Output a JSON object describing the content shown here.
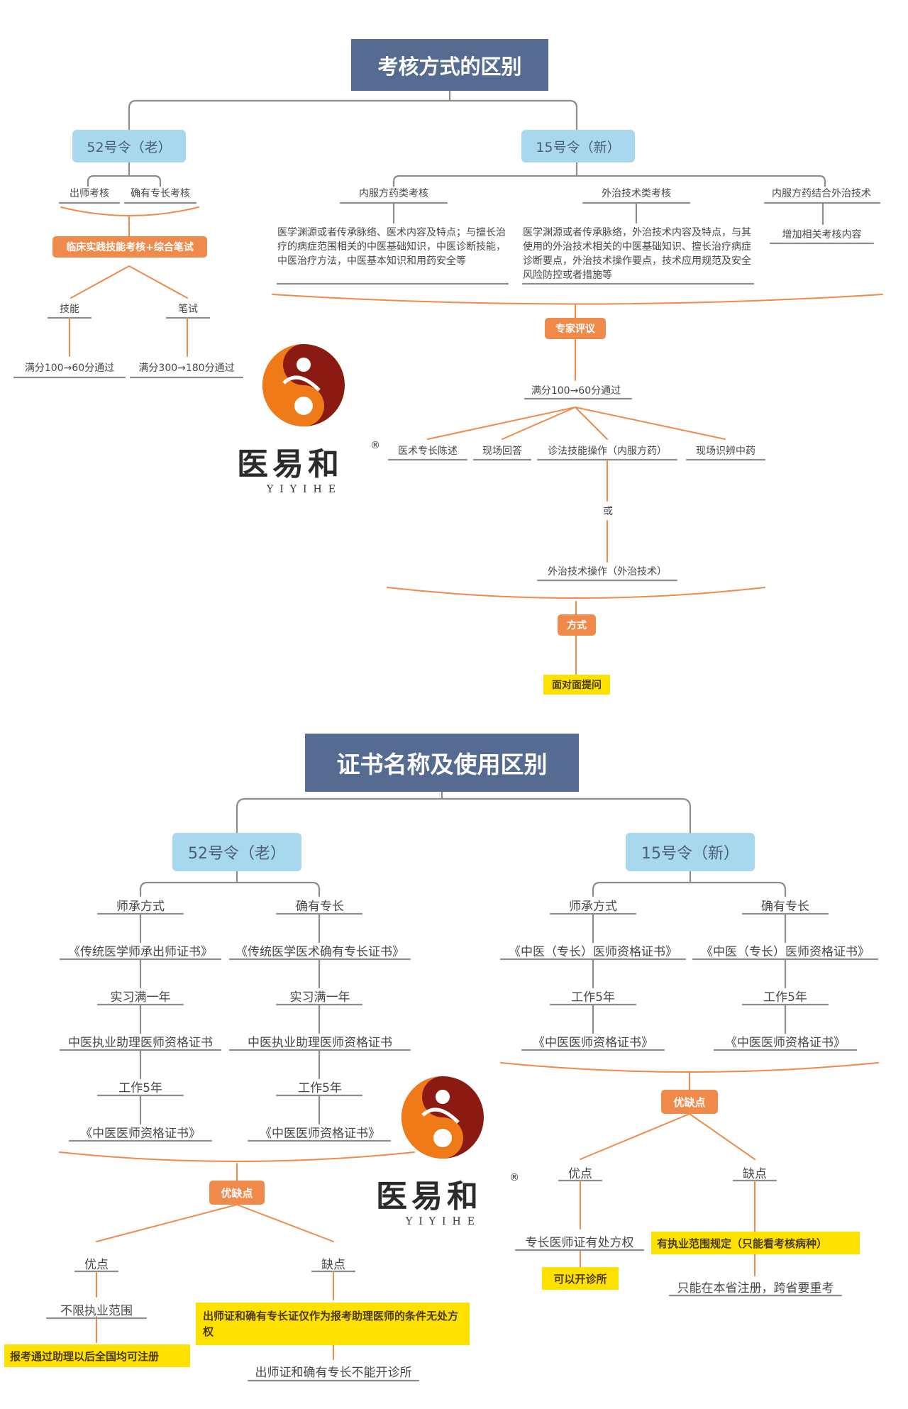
{
  "section1": {
    "title": "考核方式的区别",
    "old": {
      "label": "52号令（老）",
      "exams": [
        "出师考核",
        "确有专长考核"
      ],
      "combined": "临床实践技能考核+综合笔试",
      "branches": [
        {
          "name": "技能",
          "pass": "满分100→60分通过"
        },
        {
          "name": "笔试",
          "pass": "满分300→180分通过"
        }
      ]
    },
    "new": {
      "label": "15号令（新）",
      "categories": [
        {
          "name": "内服方药类考核",
          "desc": "医学渊源或者传承脉络、医术内容及特点；与擅长治疗的病症范围相关的中医基础知识，中医诊断技能，中医治疗方法，中医基本知识和用药安全等"
        },
        {
          "name": "外治技术类考核",
          "desc": "医学渊源或者传承脉络，外治技术内容及特点，与其使用的外治技术相关的中医基础知识、擅长治疗病症诊断要点，外治技术操作要点，技术应用规范及安全风险防控或者措施等"
        },
        {
          "name": "内服方药结合外治技术",
          "desc": "增加相关考核内容"
        }
      ],
      "review": "专家评议",
      "pass": "满分100→60分通过",
      "items": [
        "医术专长陈述",
        "现场回答",
        "诊法技能操作（内服方药）",
        "现场识辨中药"
      ],
      "or": "或",
      "alt": "外治技术操作（外治技术）",
      "method_label": "方式",
      "method": "面对面提问"
    }
  },
  "section2": {
    "title": "证书名称及使用区别",
    "old": {
      "label": "52号令（老）",
      "paths": [
        {
          "name": "师承方式",
          "steps": [
            "《传统医学师承出师证书》",
            "实习满一年",
            "中医执业助理医师资格证书",
            "工作5年",
            "《中医医师资格证书》"
          ]
        },
        {
          "name": "确有专长",
          "steps": [
            "《传统医学医术确有专长证书》",
            "实习满一年",
            "中医执业助理医师资格证书",
            "工作5年",
            "《中医医师资格证书》"
          ]
        }
      ],
      "pros_cons": "优缺点",
      "pros": {
        "label": "优点",
        "items": [
          "不限执业范围",
          "报考通过助理以后全国均可注册"
        ]
      },
      "cons": {
        "label": "缺点",
        "items": [
          "出师证和确有专长证仅作为报考助理医师的条件无处方权",
          "出师证和确有专长不能开诊所"
        ]
      }
    },
    "new": {
      "label": "15号令（新）",
      "paths": [
        {
          "name": "师承方式",
          "steps": [
            "《中医（专长）医师资格证书》",
            "工作5年",
            "《中医医师资格证书》"
          ]
        },
        {
          "name": "确有专长",
          "steps": [
            "《中医（专长）医师资格证书》",
            "工作5年",
            "《中医医师资格证书》"
          ]
        }
      ],
      "pros_cons": "优缺点",
      "pros": {
        "label": "优点",
        "items": [
          "专长医师证有处方权",
          "可以开诊所"
        ]
      },
      "cons": {
        "label": "缺点",
        "items": [
          "有执业范围规定（只能看考核病种）",
          "只能在本省注册，跨省要重考"
        ]
      }
    }
  },
  "logo": {
    "name": "医易和",
    "sub": "YIYIHE",
    "mark": "®"
  },
  "colors": {
    "title_bg": "#566b92",
    "pill_bg": "#a8d8ee",
    "orange": "#f08a4b",
    "yellow": "#ffe100",
    "connector_gray": "#8c8c8c",
    "connector_orange": "#f08a4b"
  }
}
